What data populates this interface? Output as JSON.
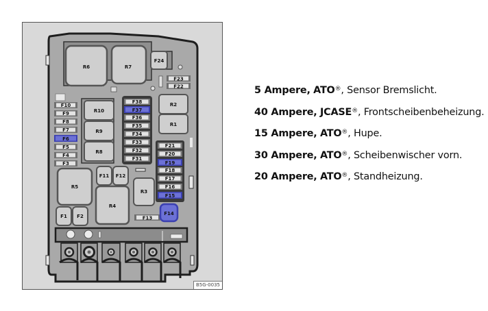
{
  "figure": {
    "code": "B5G-0035",
    "colors": {
      "background": "#d9d9d9",
      "housing": "#a8a8a8",
      "outline": "#222222",
      "component": "#cfcfcf",
      "fuse_slot": "#e4e4e4",
      "highlight": "#4a4fc4",
      "highlight_light": "#7d82dc"
    },
    "relays": [
      {
        "id": "R6",
        "label": "R6"
      },
      {
        "id": "R7",
        "label": "R7"
      },
      {
        "id": "R10",
        "label": "R10"
      },
      {
        "id": "R9",
        "label": "R9"
      },
      {
        "id": "R8",
        "label": "R8"
      },
      {
        "id": "R2",
        "label": "R2"
      },
      {
        "id": "R1",
        "label": "R1"
      },
      {
        "id": "R5",
        "label": "R5"
      },
      {
        "id": "R4",
        "label": "R4"
      },
      {
        "id": "R3",
        "label": "R3"
      }
    ],
    "fuses_left": [
      {
        "label": "F10",
        "highlighted": false
      },
      {
        "label": "F9",
        "highlighted": false
      },
      {
        "label": "F8",
        "highlighted": false
      },
      {
        "label": "F7",
        "highlighted": false
      },
      {
        "label": "F6",
        "highlighted": true
      },
      {
        "label": "F5",
        "highlighted": false
      },
      {
        "label": "F4",
        "highlighted": false
      },
      {
        "label": "F3",
        "highlighted": false
      }
    ],
    "fuses_center": [
      {
        "label": "F38",
        "highlighted": false
      },
      {
        "label": "F37",
        "highlighted": true
      },
      {
        "label": "F36",
        "highlighted": false
      },
      {
        "label": "F35",
        "highlighted": false
      },
      {
        "label": "F34",
        "highlighted": false
      },
      {
        "label": "F33",
        "highlighted": false
      },
      {
        "label": "F32",
        "highlighted": false
      },
      {
        "label": "F31",
        "highlighted": false
      }
    ],
    "fuses_right": [
      {
        "label": "F21",
        "highlighted": false
      },
      {
        "label": "F20",
        "highlighted": false
      },
      {
        "label": "F19",
        "highlighted": true
      },
      {
        "label": "F18",
        "highlighted": false
      },
      {
        "label": "F17",
        "highlighted": false
      },
      {
        "label": "F16",
        "highlighted": false
      },
      {
        "label": "F15",
        "highlighted": true
      }
    ],
    "fuses_top_right": [
      {
        "label": "F23",
        "highlighted": false
      },
      {
        "label": "F22",
        "highlighted": false
      }
    ],
    "fuses_other": {
      "F24": {
        "label": "F24",
        "highlighted": false
      },
      "F11": {
        "label": "F11",
        "highlighted": false
      },
      "F12": {
        "label": "F12",
        "highlighted": false
      },
      "F1": {
        "label": "F1",
        "highlighted": false
      },
      "F2": {
        "label": "F2",
        "highlighted": false
      },
      "F13": {
        "label": "F13",
        "highlighted": false
      },
      "F14": {
        "label": "F14",
        "highlighted": true
      }
    }
  },
  "legend": [
    {
      "amps": "5 Ampere,",
      "type": "ATO",
      "reg": "®",
      "desc": ", Sensor Bremslicht."
    },
    {
      "amps": "40 Ampere,",
      "type": "JCASE",
      "reg": "®",
      "desc": ", Frontscheibenbeheizung."
    },
    {
      "amps": "15 Ampere,",
      "type": "ATO",
      "reg": "®",
      "desc": ", Hupe."
    },
    {
      "amps": "30 Ampere,",
      "type": "ATO",
      "reg": "®",
      "desc": ", Scheibenwischer vorn."
    },
    {
      "amps": "20 Ampere,",
      "type": "ATO",
      "reg": "®",
      "desc": ", Standheizung."
    }
  ]
}
